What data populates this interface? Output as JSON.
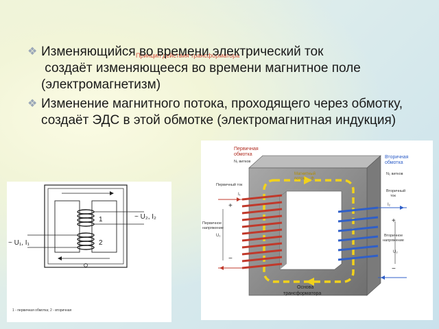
{
  "slide": {
    "title": "Принцип действия трансформатора",
    "bullets": [
      "Изменяющийся во времени электрический ток\n создаёт изменяющееся во времени магнитное поле (электромагнетизм)",
      "Изменение магнитного потока, проходящего через обмотку, создаёт ЭДС в этой обмотке (электромагнитная индукция)"
    ]
  },
  "schematic": {
    "winding1_label": "1",
    "winding2_label": "2",
    "input_label": "~ U₁, I₁",
    "output_label": "~ U₂, I₂",
    "caption": "1 - первичная обмотка; 2 - вторичная"
  },
  "diagram": {
    "primary_winding": "Первичная обмотка",
    "primary_turns": "N₁ витков",
    "primary_current": "Первичный ток",
    "primary_current_symbol": "I₁",
    "primary_voltage": "Первичное напряжение",
    "primary_voltage_symbol": "U₁",
    "flux_label": "Магнитный поток",
    "flux_symbol": "Φ",
    "secondary_winding": "Вторичная обмотка",
    "secondary_turns": "N₂ витков",
    "secondary_current": "Вторичный ток",
    "secondary_current_symbol": "I₂",
    "secondary_voltage": "Вторичное напряжение",
    "secondary_voltage_symbol": "U₂",
    "core_label": "Основа трансформатора",
    "plus": "+",
    "minus": "−"
  },
  "colors": {
    "title": "#d24a3a",
    "core": "#8c8c8c",
    "winding_primary": "#c0392b",
    "winding_secondary": "#2f5fc8",
    "flux_arrow": "#f2d21b"
  }
}
